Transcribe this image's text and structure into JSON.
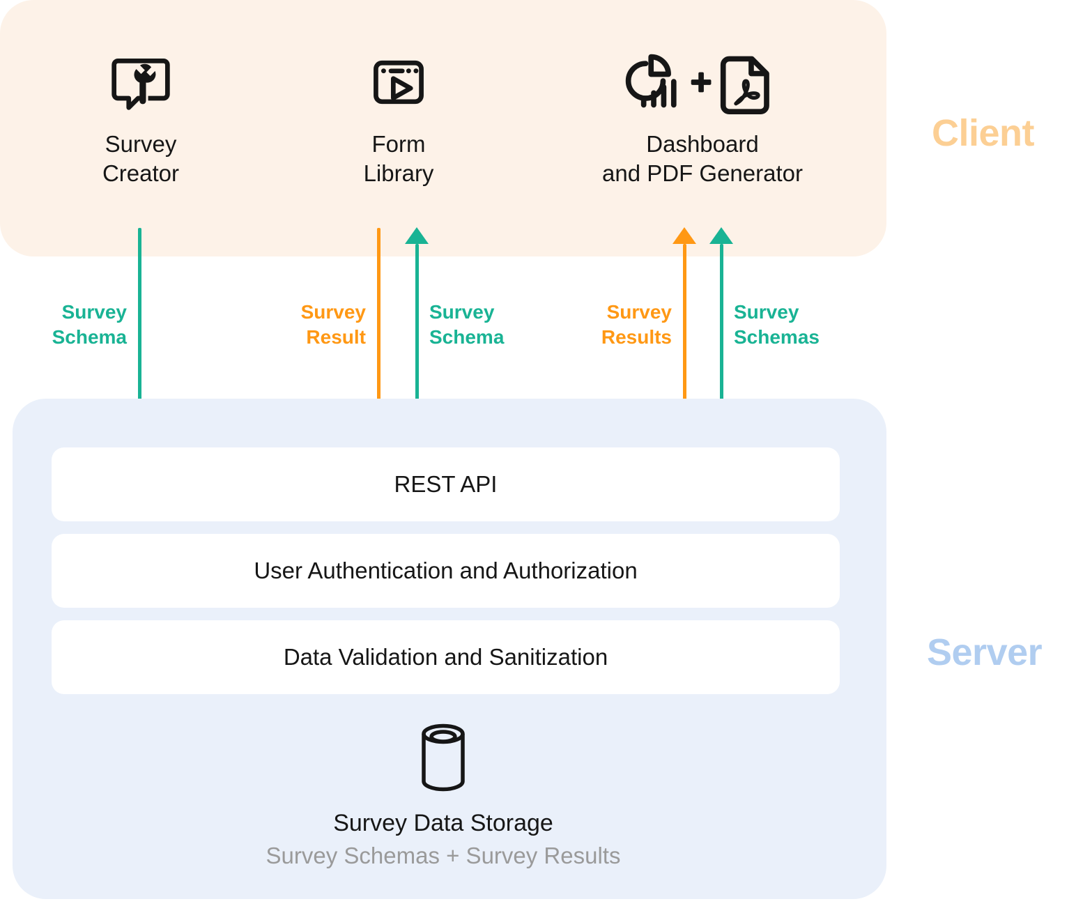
{
  "colors": {
    "client_panel_bg": "#fdf2e8",
    "server_panel_bg": "#eaf0fa",
    "client_title": "#fccf94",
    "server_title": "#b0cdf0",
    "schema_green": "#19b394",
    "result_orange": "#ff9814",
    "card_white": "#ffffff",
    "text_dark": "#161616",
    "text_muted": "#9a9a9a"
  },
  "zones": {
    "client_title": "Client",
    "server_title": "Server"
  },
  "client": {
    "nodes": [
      {
        "id": "survey-creator",
        "icon": "speech-bubble-wrench-icon",
        "label": "Survey\nCreator"
      },
      {
        "id": "form-library",
        "icon": "browser-play-icon",
        "label": "Form\nLibrary"
      },
      {
        "id": "dashboard-pdf",
        "icon": "pie-bar-chart-plus-pdf-icon",
        "label": "Dashboard\nand PDF Generator"
      }
    ]
  },
  "flows": [
    {
      "id": "creator-schema-down",
      "label": "Survey\nSchema",
      "color": "#19b394",
      "direction": "down",
      "from": "Survey Creator",
      "to": "REST API"
    },
    {
      "id": "formlib-result-down",
      "label": "Survey\nResult",
      "color": "#ff9814",
      "direction": "down",
      "from": "Form Library",
      "to": "REST API"
    },
    {
      "id": "formlib-schema-up",
      "label": "Survey\nSchema",
      "color": "#19b394",
      "direction": "up",
      "from": "REST API",
      "to": "Form Library"
    },
    {
      "id": "dashboard-results-up",
      "label": "Survey\nResults",
      "color": "#ff9814",
      "direction": "up",
      "from": "REST API",
      "to": "Dashboard and PDF Generator"
    },
    {
      "id": "dashboard-schemas-up",
      "label": "Survey\nSchemas",
      "color": "#19b394",
      "direction": "up",
      "from": "REST API",
      "to": "Dashboard and PDF Generator"
    }
  ],
  "server": {
    "layers": [
      {
        "id": "rest-api",
        "label": "REST API"
      },
      {
        "id": "auth",
        "label": "User Authentication and Authorization"
      },
      {
        "id": "validation",
        "label": "Data Validation and Sanitization"
      }
    ],
    "storage": {
      "icon": "database-cylinder-icon",
      "title": "Survey Data Storage",
      "subtitle": "Survey Schemas + Survey Results"
    }
  }
}
